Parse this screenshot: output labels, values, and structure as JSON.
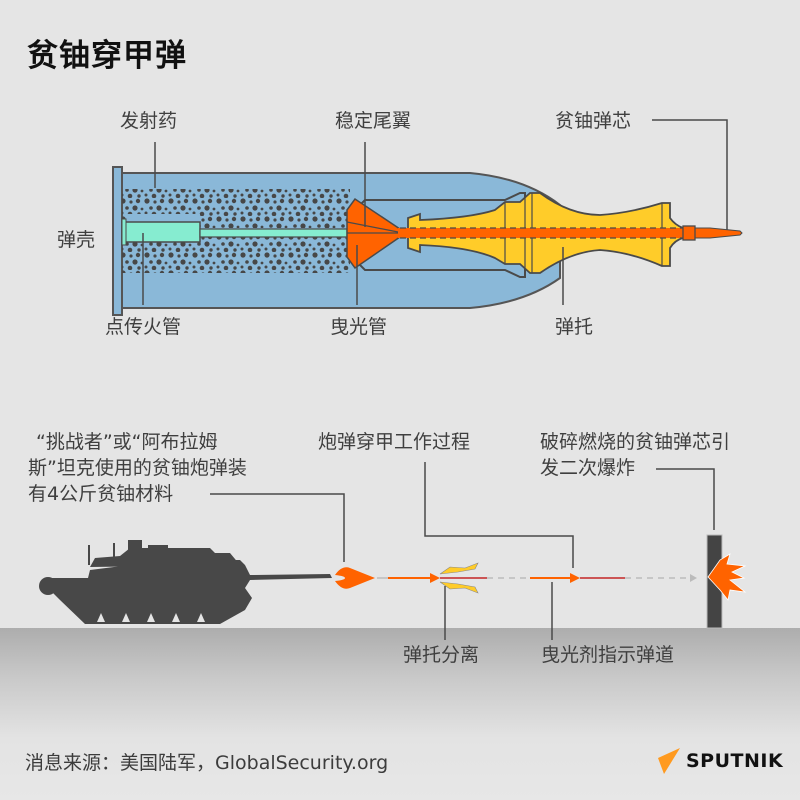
{
  "title": "贫铀穿甲弹",
  "shell_diagram": {
    "labels": {
      "propellant": "发射药",
      "stabilizer_fins": "稳定尾翼",
      "du_core": "贫铀弹芯",
      "casing": "弹壳",
      "primer_tube": "点传火管",
      "tracer": "曳光管",
      "sabot": "弹托"
    }
  },
  "process": {
    "tank_note": "“挑战者”或“阿布拉姆斯”坦克使用的贫铀炮弹装有4公斤贫铀材料",
    "tank_note_lines": [
      "“挑战者”或“阿布拉姆",
      "斯”坦克使用的贫铀炮弹装",
      "有4公斤贫铀材料"
    ],
    "process_title": "炮弹穿甲工作过程",
    "explosion_note_lines": [
      "破碎燃烧的贫铀弹芯引",
      "发二次爆炸"
    ],
    "sabot_separation": "弹托分离",
    "tracer_trajectory": "曳光剂指示弹道"
  },
  "footer": {
    "source": "消息来源：美国陆军，GlobalSecurity.org",
    "brand": "SPUTNIK"
  },
  "colors": {
    "background": "#e5e5e5",
    "casing_blue": "#8ab8d8",
    "propellant_dots": "#474747",
    "primer_green": "#86ecd0",
    "tracer_orange": "#ff6300",
    "sabot_yellow": "#ffcc29",
    "outline": "#4a4a4a",
    "brand_orange": "#ff9a1f"
  }
}
